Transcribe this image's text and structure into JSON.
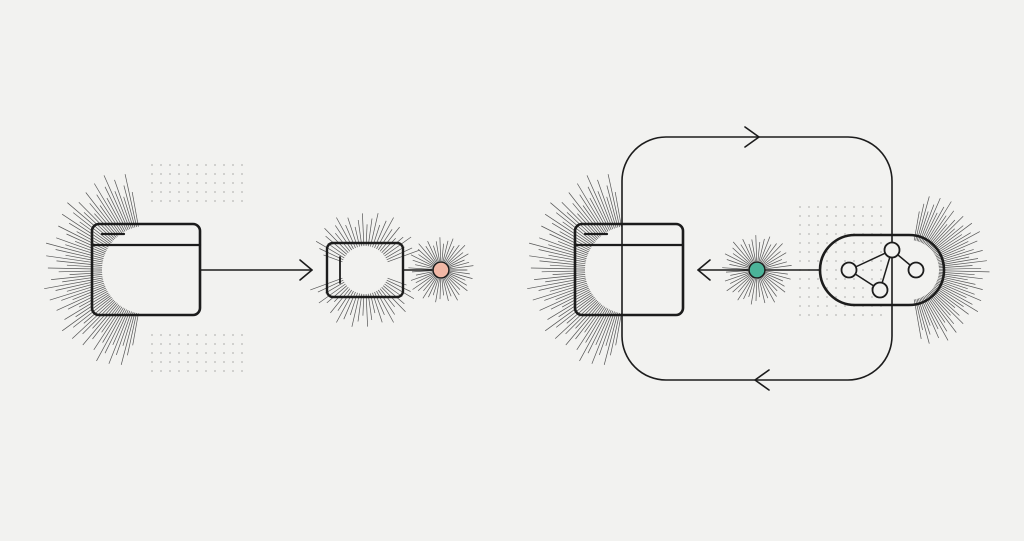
{
  "diagram": {
    "background": "#f2f2f0",
    "stroke_color": "#1c1c1c",
    "left_flow": {
      "source": "browser-window",
      "target": "input-box",
      "endpoint_color": "#f2b8a6"
    },
    "right_flow": {
      "app": "browser-window",
      "hub_color": "#4bb399",
      "service": "graph-network-pill",
      "loop": "clockwise"
    }
  }
}
